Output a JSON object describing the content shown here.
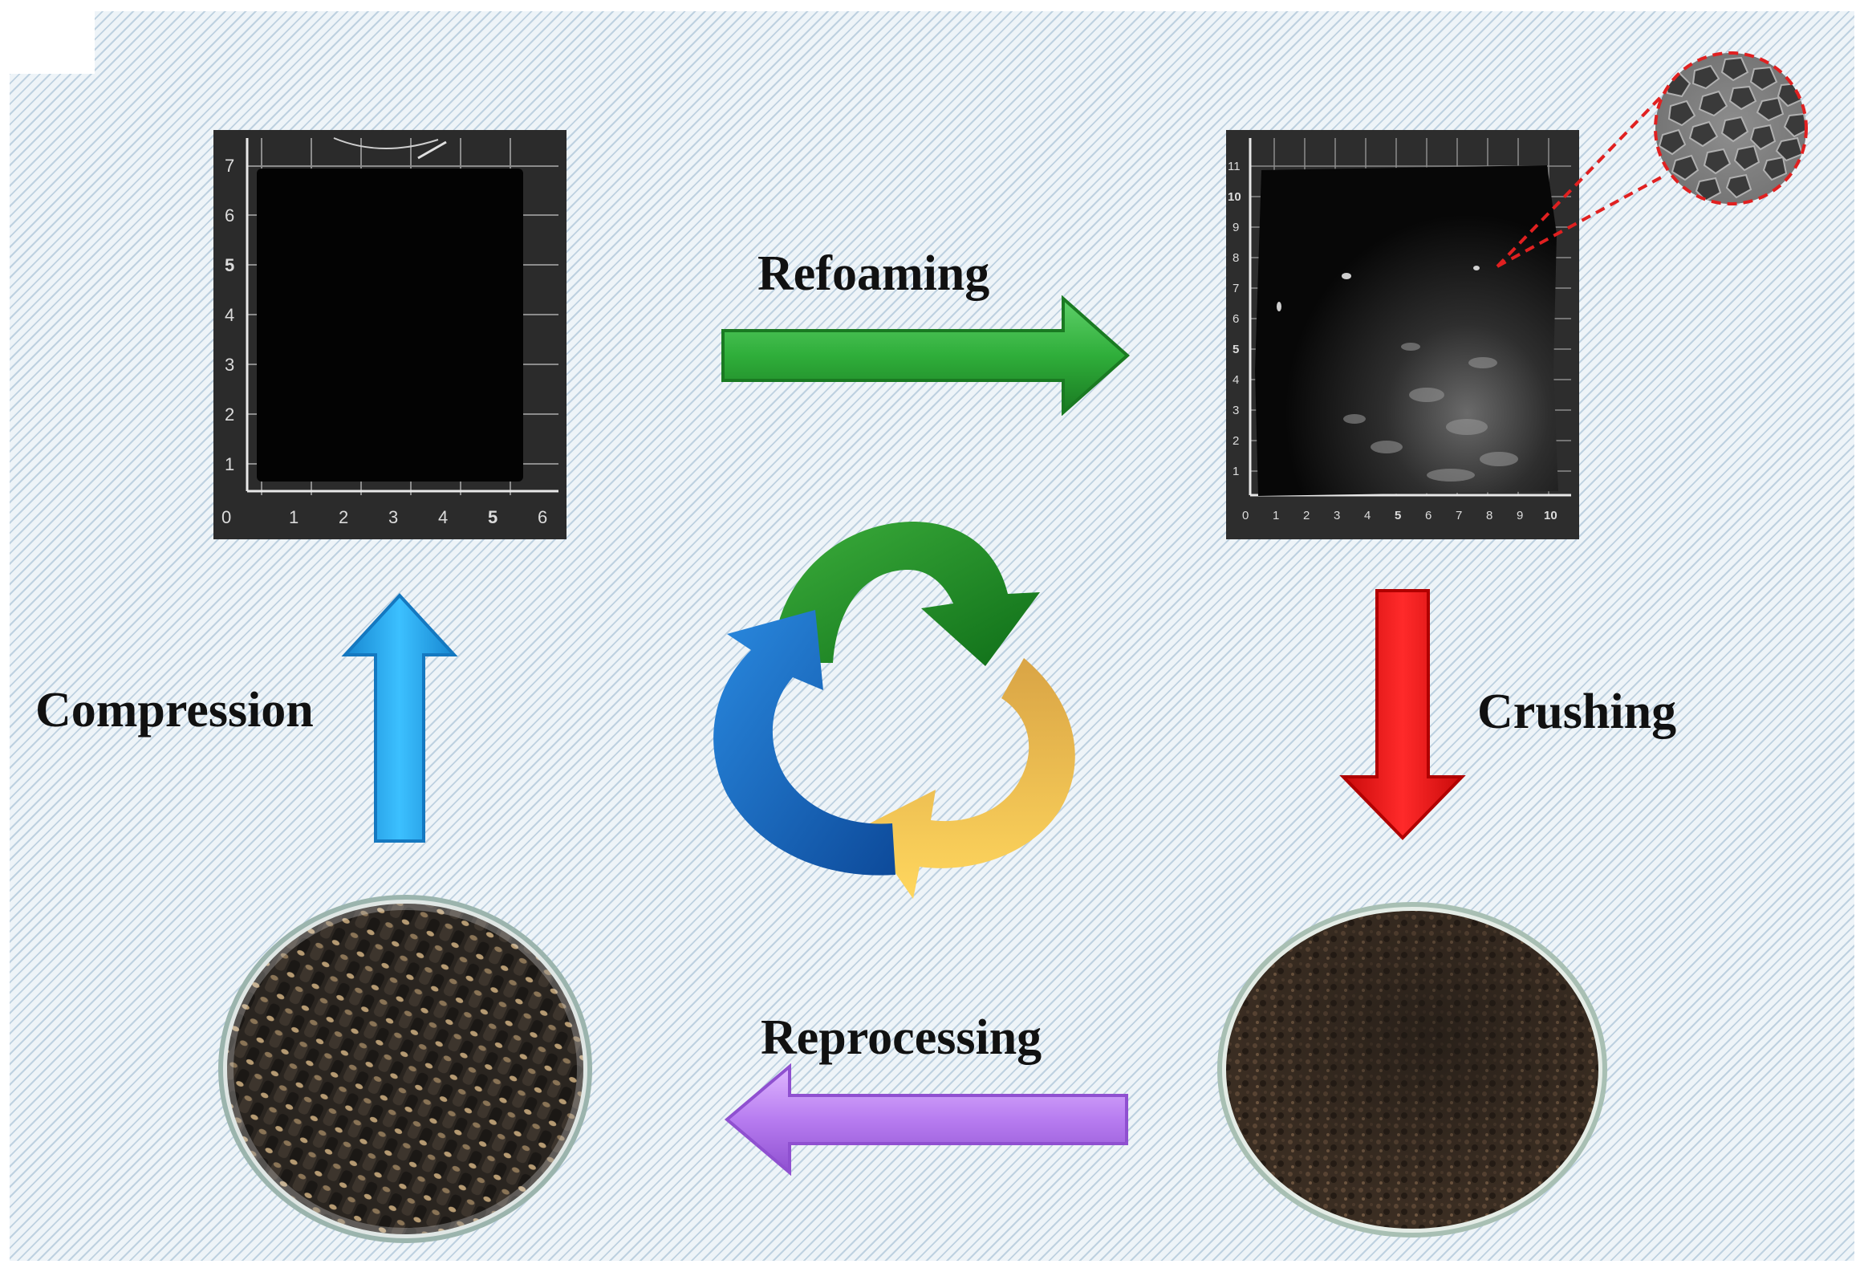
{
  "steps": {
    "refoaming": "Refoaming",
    "crushing": "Crushing",
    "reprocessing": "Reprocessing",
    "compression": "Compression"
  },
  "colors": {
    "refoaming_arrow": "#2fae3a",
    "crushing_arrow": "#f01010",
    "reprocessing_arrow": "#b77cf0",
    "compression_arrow": "#22a2ea",
    "recycle_green": "#1e8a1e",
    "recycle_gold": "#f1b43f",
    "recycle_blue": "#1766c0",
    "zoom_circle_border": "#e02020"
  },
  "ruler_left": {
    "x_ticks": [
      "0",
      "1",
      "2",
      "3",
      "4",
      "5",
      "6"
    ],
    "y_ticks": [
      "1",
      "2",
      "3",
      "4",
      "5",
      "6",
      "7"
    ]
  },
  "ruler_right": {
    "x_ticks": [
      "0",
      "1",
      "2",
      "3",
      "4",
      "5",
      "6",
      "7",
      "8",
      "9",
      "10"
    ],
    "y_ticks": [
      "1",
      "2",
      "3",
      "4",
      "5",
      "6",
      "7",
      "8",
      "9",
      "10",
      "11"
    ]
  },
  "icons": {
    "recycle": "recycle-icon",
    "sem_zoom": "magnifier-circle-icon"
  }
}
